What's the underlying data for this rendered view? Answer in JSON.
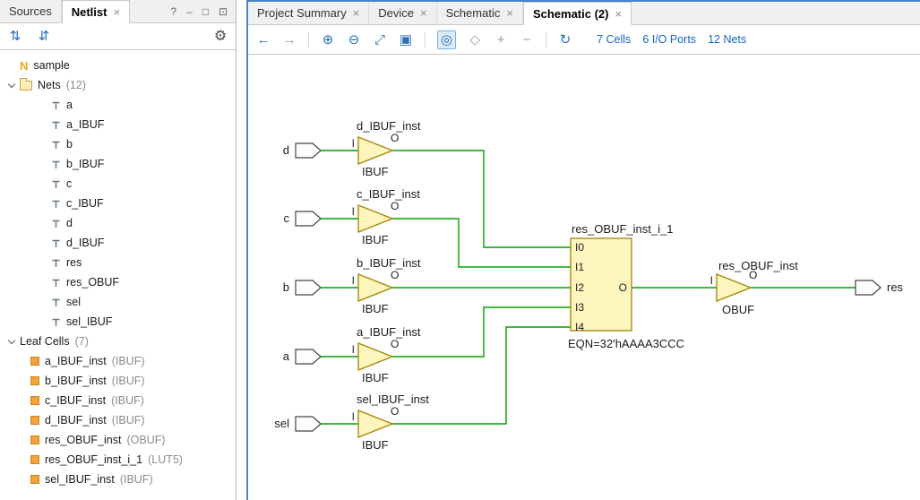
{
  "icons": {
    "close": "×",
    "help": "?",
    "minimize": "–",
    "float": "□",
    "maximize": "⊡",
    "expand_all": "⇅",
    "collapse_all": "⇵",
    "gear": "⚙",
    "netlist_n": "N",
    "back": "←",
    "forward": "→",
    "zoom_in": "⊕",
    "zoom_out": "⊖",
    "zoom_fit": "⤢",
    "zoom_selection": "▣",
    "autofit": "◎",
    "expand_cone": "◇",
    "plus": "+",
    "minus": "−",
    "refresh": "↻"
  },
  "colors": {
    "accent_blue": "#4586c5",
    "link_blue": "#1565c0",
    "wire_green": "#00a000",
    "symbol_fill": "#fcf5bd",
    "symbol_border": "#a38400",
    "cell_icon_orange": "#f2a33c"
  },
  "left_tabs": {
    "sources": "Sources",
    "netlist": "Netlist"
  },
  "tree": {
    "root": "sample",
    "nets_label": "Nets",
    "nets_count": "(12)",
    "nets": [
      "a",
      "a_IBUF",
      "b",
      "b_IBUF",
      "c",
      "c_IBUF",
      "d",
      "d_IBUF",
      "res",
      "res_OBUF",
      "sel",
      "sel_IBUF"
    ],
    "cells_label": "Leaf Cells",
    "cells_count": "(7)",
    "cells": [
      {
        "name": "a_IBUF_inst",
        "type": "(IBUF)"
      },
      {
        "name": "b_IBUF_inst",
        "type": "(IBUF)"
      },
      {
        "name": "c_IBUF_inst",
        "type": "(IBUF)"
      },
      {
        "name": "d_IBUF_inst",
        "type": "(IBUF)"
      },
      {
        "name": "res_OBUF_inst",
        "type": "(OBUF)"
      },
      {
        "name": "res_OBUF_inst_i_1",
        "type": "(LUT5)"
      },
      {
        "name": "sel_IBUF_inst",
        "type": "(IBUF)"
      }
    ]
  },
  "right_tabs": [
    "Project Summary",
    "Device",
    "Schematic",
    "Schematic (2)"
  ],
  "stats": {
    "cells": "7 Cells",
    "io_ports": "6 I/O Ports",
    "nets": "12 Nets"
  },
  "schematic": {
    "buffers": [
      {
        "port": "d",
        "instance": "d_IBUF_inst",
        "type": "IBUF",
        "in": "I",
        "out": "O"
      },
      {
        "port": "c",
        "instance": "c_IBUF_inst",
        "type": "IBUF",
        "in": "I",
        "out": "O"
      },
      {
        "port": "b",
        "instance": "b_IBUF_inst",
        "type": "IBUF",
        "in": "I",
        "out": "O"
      },
      {
        "port": "a",
        "instance": "a_IBUF_inst",
        "type": "IBUF",
        "in": "I",
        "out": "O"
      },
      {
        "port": "sel",
        "instance": "sel_IBUF_inst",
        "type": "IBUF",
        "in": "I",
        "out": "O"
      }
    ],
    "lut": {
      "instance": "res_OBUF_inst_i_1",
      "pins": [
        "I0",
        "I1",
        "I2",
        "I3",
        "I4"
      ],
      "out": "O",
      "eqn": "EQN=32'hAAAA3CCC"
    },
    "obuf": {
      "instance": "res_OBUF_inst",
      "type": "OBUF",
      "in": "I",
      "out": "O",
      "port": "res"
    }
  }
}
